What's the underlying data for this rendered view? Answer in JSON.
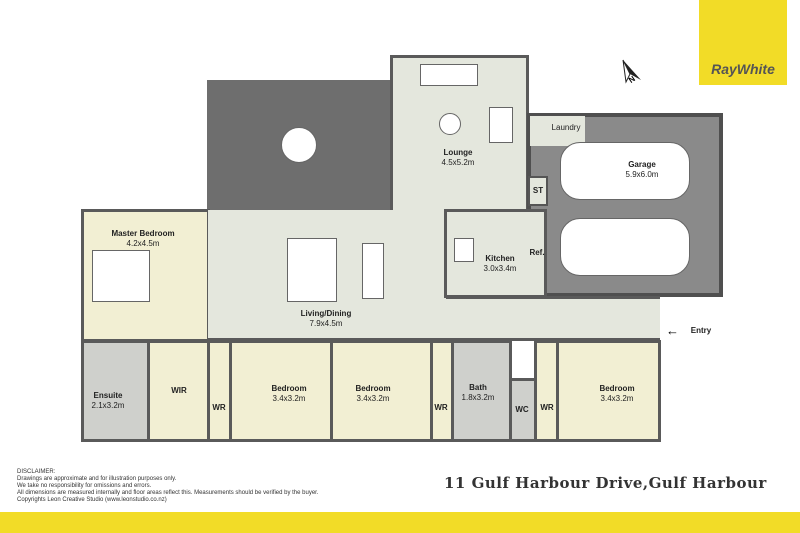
{
  "brand": {
    "name": "RayWhite",
    "color": "#f2dc27"
  },
  "address": "11 Gulf Harbour Drive,Gulf Harbour",
  "compass": {
    "label": "N"
  },
  "rooms": {
    "lounge": {
      "name": "Lounge",
      "size": "4.5x5.2m"
    },
    "garage": {
      "name": "Garage",
      "size": "5.9x6.0m"
    },
    "laundry": {
      "name": "Laundry"
    },
    "st": {
      "name": "ST"
    },
    "ref": {
      "name": "Ref."
    },
    "master": {
      "name": "Master Bedroom",
      "size": "4.2x4.5m"
    },
    "living": {
      "name": "Living/Dining",
      "size": "7.9x4.5m"
    },
    "kitchen": {
      "name": "Kitchen",
      "size": "3.0x3.4m"
    },
    "ensuite": {
      "name": "Ensuite",
      "size": "2.1x3.2m"
    },
    "wir": {
      "name": "WIR"
    },
    "wr": {
      "name": "WR"
    },
    "bed2": {
      "name": "Bedroom",
      "size": "3.4x3.2m"
    },
    "bed3": {
      "name": "Bedroom",
      "size": "3.4x3.2m"
    },
    "bath": {
      "name": "Bath",
      "size": "1.8x3.2m"
    },
    "wc": {
      "name": "WC"
    },
    "bed4": {
      "name": "Bedroom",
      "size": "3.4x3.2m"
    },
    "entry": {
      "name": "Entry"
    }
  },
  "disclaimer": {
    "title": "DISCLAIMER:",
    "lines": [
      "Drawings are approximate and for illustration purposes only.",
      "We take no responsibility for omissions and errors.",
      "All dimensions are measured internally and floor areas reflect this. Measurements should be verified by the buyer.",
      "Copyrights Leon Creative Studio (www.leonstudio.co.nz)"
    ]
  }
}
